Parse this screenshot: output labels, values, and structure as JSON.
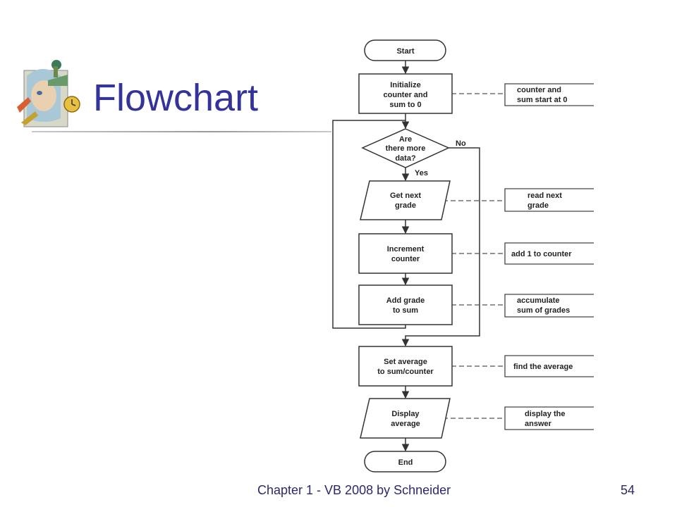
{
  "slide": {
    "title": "Flowchart",
    "footer": "Chapter 1 - VB 2008 by Schneider",
    "page_number": "54"
  },
  "flowchart": {
    "start": "Start",
    "init": [
      "Initialize",
      "counter and",
      "sum to 0"
    ],
    "init_note": [
      "counter and",
      "sum start at 0"
    ],
    "decision": [
      "Are",
      "there more",
      "data?"
    ],
    "yes_label": "Yes",
    "no_label": "No",
    "get_next": [
      "Get next",
      "grade"
    ],
    "get_next_note": [
      "read next",
      "grade"
    ],
    "increment": [
      "Increment",
      "counter"
    ],
    "increment_note": [
      "add 1 to counter"
    ],
    "add_grade": [
      "Add grade",
      "to sum"
    ],
    "add_grade_note": [
      "accumulate",
      "sum of grades"
    ],
    "set_average": [
      "Set average",
      "to sum/counter"
    ],
    "set_average_note": [
      "find the average"
    ],
    "display": [
      "Display",
      "average"
    ],
    "display_note": [
      "display the",
      "answer"
    ],
    "end": "End"
  },
  "colors": {
    "title": "#33339a",
    "footer": "#2a2a6a",
    "line": "#333333"
  },
  "icons": {
    "logo": "clipart-collage-icon"
  }
}
